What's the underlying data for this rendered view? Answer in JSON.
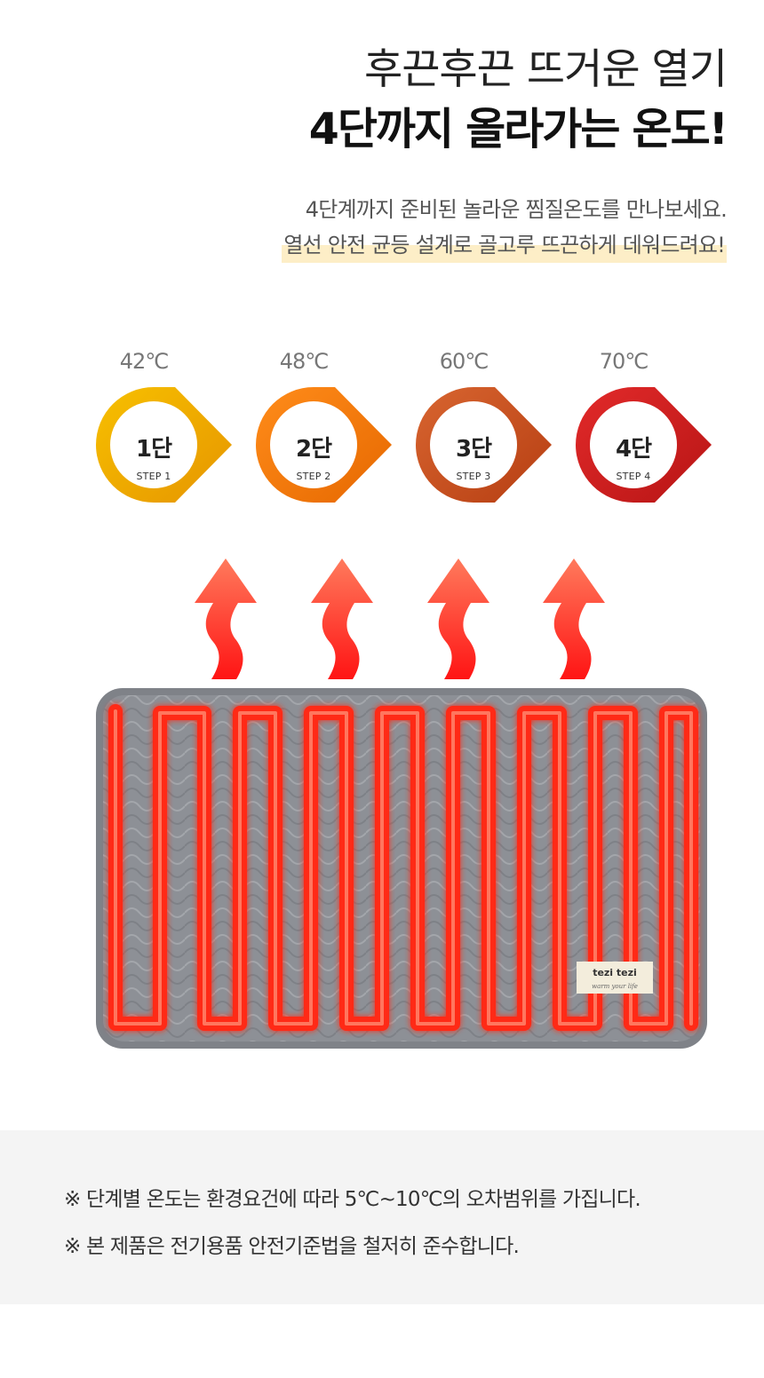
{
  "headline": {
    "line1": "후끈후끈 뜨거운 열기",
    "line2": "4단까지 올라가는 온도!"
  },
  "subtext": {
    "line1": "4단계까지 준비된 놀라운 찜질온도를 만나보세요.",
    "line2": "열선 안전 균등 설계로 골고루 뜨끈하게 데워드려요!"
  },
  "steps": [
    {
      "temp": "42℃",
      "level": "1단",
      "step": "STEP 1",
      "color": "#f5a800"
    },
    {
      "temp": "48℃",
      "level": "2단",
      "step": "STEP 2",
      "color": "#f07a12"
    },
    {
      "temp": "60℃",
      "level": "3단",
      "step": "STEP 3",
      "color": "#c8501f"
    },
    {
      "temp": "70℃",
      "level": "4단",
      "step": "STEP 4",
      "color": "#cf1f1f"
    }
  ],
  "product_label": {
    "brand": "tezi tezi",
    "slogan": "warm your life"
  },
  "notes": [
    "※ 단계별 온도는 환경요건에 따라 5℃~10℃의 오차범위를 가집니다.",
    "※ 본 제품은 전기용품 안전기준법을 철저히 준수합니다."
  ],
  "colors": {
    "highlight": "#fdeec7",
    "heat_wire": "#ff3b1f",
    "mat": "#8e9196",
    "arrow_top": "#ff7a5c",
    "arrow_bottom": "#ff1a1a"
  }
}
